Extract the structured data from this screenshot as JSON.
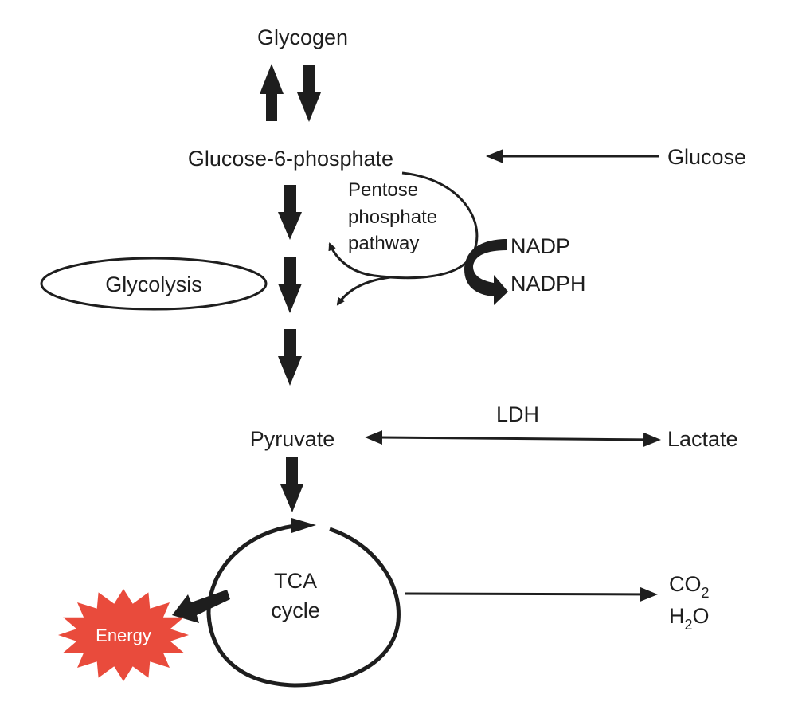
{
  "diagram": {
    "nodes": {
      "glycogen": "Glycogen",
      "g6p": "Glucose-6-phosphate",
      "glucose": "Glucose",
      "ppp_line1": "Pentose",
      "ppp_line2": "phosphate",
      "ppp_line3": "pathway",
      "nadp": "NADP",
      "nadph": "NADPH",
      "glycolysis": "Glycolysis",
      "pyruvate": "Pyruvate",
      "ldh": "LDH",
      "lactate": "Lactate",
      "tca_line1": "TCA",
      "tca_line2": "cycle",
      "co2_base": "CO",
      "co2_sub": "2",
      "h2o_h": "H",
      "h2o_sub": "2",
      "h2o_o": "O",
      "energy": "Energy"
    },
    "edges": [
      {
        "from": "Glucose-6-phosphate",
        "to": "Glycogen",
        "style": "thick"
      },
      {
        "from": "Glycogen",
        "to": "Glucose-6-phosphate",
        "style": "thick"
      },
      {
        "from": "Glucose",
        "to": "Glucose-6-phosphate",
        "style": "thin"
      },
      {
        "from": "Glucose-6-phosphate",
        "to": "Pentose phosphate pathway",
        "style": "curved"
      },
      {
        "from": "NADP",
        "to": "NADPH",
        "style": "thick-curved"
      },
      {
        "from": "Glucose-6-phosphate",
        "to": "Pyruvate",
        "style": "thick",
        "via": "Glycolysis"
      },
      {
        "from": "Pyruvate",
        "to": "Lactate",
        "style": "bidirectional",
        "label": "LDH"
      },
      {
        "from": "Pyruvate",
        "to": "TCA cycle",
        "style": "thick"
      },
      {
        "from": "TCA cycle",
        "to": "CO2 H2O",
        "style": "thin"
      },
      {
        "from": "TCA cycle",
        "to": "Energy",
        "style": "thick"
      }
    ],
    "colors": {
      "ink": "#1e1e1e",
      "energy_fill": "#e94b3c",
      "energy_text": "#ffffff"
    }
  }
}
